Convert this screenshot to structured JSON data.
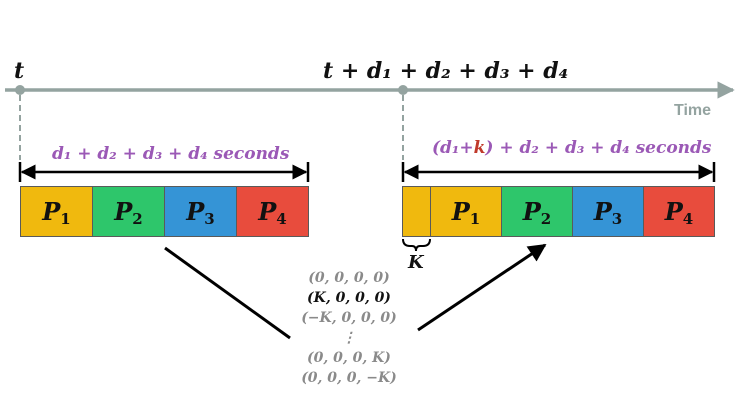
{
  "timeline": {
    "axis_label": "Time",
    "tick_left_label": "t",
    "tick_right_label": "t + d₁ + d₂ + d₃ + d₄",
    "axis_color": "#94a3a0"
  },
  "left_schedule": {
    "duration_label": "d₁ + d₂ + d₃ + d₄ seconds",
    "segments": [
      {
        "name": "P",
        "sub": "1",
        "color": "#f0b90e"
      },
      {
        "name": "P",
        "sub": "2",
        "color": "#2ec66b"
      },
      {
        "name": "P",
        "sub": "3",
        "color": "#3594d6"
      },
      {
        "name": "P",
        "sub": "4",
        "color": "#e84c3d"
      }
    ]
  },
  "right_schedule": {
    "duration_prefix": "(d₁+",
    "duration_k": "k",
    "duration_suffix": ") + d₂ + d₃ + d₄ seconds",
    "offset_label": "K",
    "segments": [
      {
        "name": "P",
        "sub": "1",
        "color": "#f0b90e"
      },
      {
        "name": "P",
        "sub": "2",
        "color": "#2ec66b"
      },
      {
        "name": "P",
        "sub": "3",
        "color": "#3594d6"
      },
      {
        "name": "P",
        "sub": "4",
        "color": "#e84c3d"
      }
    ]
  },
  "perturbations": [
    {
      "text": "(0, 0, 0, 0)",
      "highlight": false
    },
    {
      "text": "(K, 0, 0, 0)",
      "highlight": true
    },
    {
      "text": "(−K, 0, 0, 0)",
      "highlight": false
    },
    {
      "text": "⋮",
      "highlight": false
    },
    {
      "text": "(0, 0, 0, K)",
      "highlight": false
    },
    {
      "text": "(0, 0, 0, −K)",
      "highlight": false
    }
  ],
  "colors": {
    "label_purple": "#9b59b6",
    "k_red": "#c0392b",
    "muted_text": "#8a8a8a"
  }
}
